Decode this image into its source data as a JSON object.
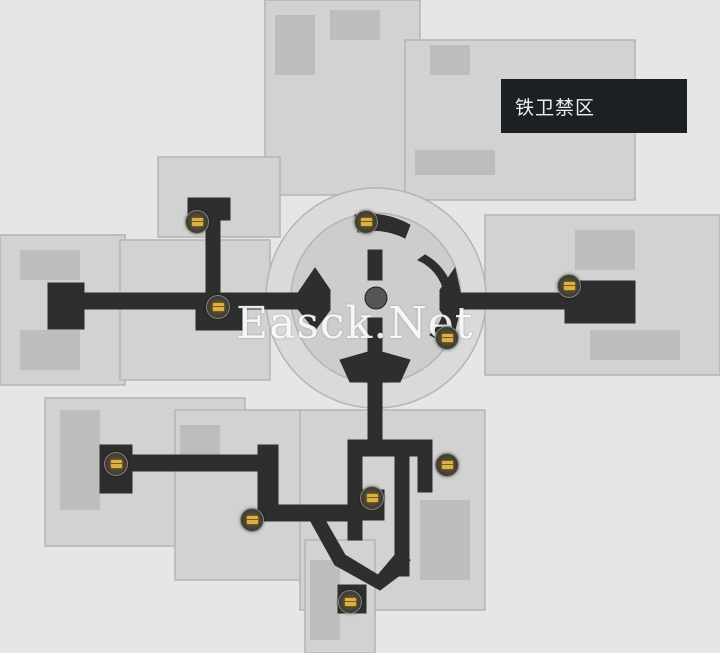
{
  "zone_label": "铁卫禁区",
  "watermark": "Easck.Net",
  "markers": {
    "chest_icon": "treasure-chest-icon",
    "count": 10
  },
  "colors": {
    "background": "#e6e6e6",
    "rooms": "#cfcfcf",
    "walkable_path": "#2e2e2e",
    "label_bg": "#1c1f23",
    "chest_gold": "#d9b04a"
  }
}
